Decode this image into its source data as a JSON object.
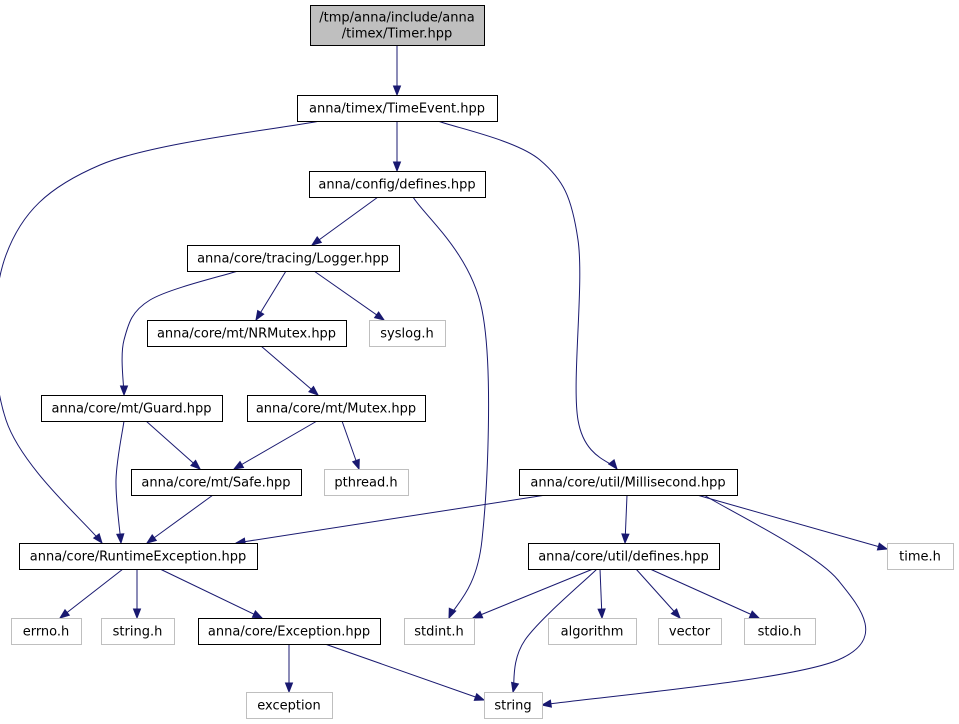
{
  "graph": {
    "nodes": [
      {
        "id": "timer",
        "lines": [
          "/tmp/anna/include/anna",
          "/timex/Timer.hpp"
        ],
        "kind": "root"
      },
      {
        "id": "timeevent",
        "lines": [
          "anna/timex/TimeEvent.hpp"
        ],
        "kind": "file"
      },
      {
        "id": "config_defines",
        "lines": [
          "anna/config/defines.hpp"
        ],
        "kind": "file"
      },
      {
        "id": "logger",
        "lines": [
          "anna/core/tracing/Logger.hpp"
        ],
        "kind": "file"
      },
      {
        "id": "nrmutex",
        "lines": [
          "anna/core/mt/NRMutex.hpp"
        ],
        "kind": "file"
      },
      {
        "id": "syslog",
        "lines": [
          "syslog.h"
        ],
        "kind": "system"
      },
      {
        "id": "guard",
        "lines": [
          "anna/core/mt/Guard.hpp"
        ],
        "kind": "file"
      },
      {
        "id": "mutex",
        "lines": [
          "anna/core/mt/Mutex.hpp"
        ],
        "kind": "file"
      },
      {
        "id": "safe",
        "lines": [
          "anna/core/mt/Safe.hpp"
        ],
        "kind": "file"
      },
      {
        "id": "pthread",
        "lines": [
          "pthread.h"
        ],
        "kind": "system"
      },
      {
        "id": "millisecond",
        "lines": [
          "anna/core/util/Millisecond.hpp"
        ],
        "kind": "file"
      },
      {
        "id": "runtimeexception",
        "lines": [
          "anna/core/RuntimeException.hpp"
        ],
        "kind": "file"
      },
      {
        "id": "util_defines",
        "lines": [
          "anna/core/util/defines.hpp"
        ],
        "kind": "file"
      },
      {
        "id": "time_h",
        "lines": [
          "time.h"
        ],
        "kind": "system"
      },
      {
        "id": "errno_h",
        "lines": [
          "errno.h"
        ],
        "kind": "system"
      },
      {
        "id": "string_h",
        "lines": [
          "string.h"
        ],
        "kind": "system"
      },
      {
        "id": "exception_hpp",
        "lines": [
          "anna/core/Exception.hpp"
        ],
        "kind": "file"
      },
      {
        "id": "stdint_h",
        "lines": [
          "stdint.h"
        ],
        "kind": "system"
      },
      {
        "id": "algorithm",
        "lines": [
          "algorithm"
        ],
        "kind": "system"
      },
      {
        "id": "vector",
        "lines": [
          "vector"
        ],
        "kind": "system"
      },
      {
        "id": "stdio_h",
        "lines": [
          "stdio.h"
        ],
        "kind": "system"
      },
      {
        "id": "exception",
        "lines": [
          "exception"
        ],
        "kind": "system"
      },
      {
        "id": "string",
        "lines": [
          "string"
        ],
        "kind": "system"
      }
    ],
    "edges": [
      {
        "from": "timer",
        "to": "timeevent"
      },
      {
        "from": "timeevent",
        "to": "config_defines"
      },
      {
        "from": "timeevent",
        "to": "millisecond"
      },
      {
        "from": "timeevent",
        "to": "runtimeexception"
      },
      {
        "from": "config_defines",
        "to": "logger"
      },
      {
        "from": "config_defines",
        "to": "stdint_h"
      },
      {
        "from": "logger",
        "to": "nrmutex"
      },
      {
        "from": "logger",
        "to": "syslog"
      },
      {
        "from": "logger",
        "to": "guard"
      },
      {
        "from": "nrmutex",
        "to": "mutex"
      },
      {
        "from": "guard",
        "to": "safe"
      },
      {
        "from": "guard",
        "to": "runtimeexception"
      },
      {
        "from": "mutex",
        "to": "safe"
      },
      {
        "from": "mutex",
        "to": "pthread"
      },
      {
        "from": "safe",
        "to": "runtimeexception"
      },
      {
        "from": "millisecond",
        "to": "runtimeexception"
      },
      {
        "from": "millisecond",
        "to": "util_defines"
      },
      {
        "from": "millisecond",
        "to": "time_h"
      },
      {
        "from": "millisecond",
        "to": "string"
      },
      {
        "from": "runtimeexception",
        "to": "errno_h"
      },
      {
        "from": "runtimeexception",
        "to": "string_h"
      },
      {
        "from": "runtimeexception",
        "to": "exception_hpp"
      },
      {
        "from": "util_defines",
        "to": "stdint_h"
      },
      {
        "from": "util_defines",
        "to": "algorithm"
      },
      {
        "from": "util_defines",
        "to": "vector"
      },
      {
        "from": "util_defines",
        "to": "stdio_h"
      },
      {
        "from": "util_defines",
        "to": "string"
      },
      {
        "from": "exception_hpp",
        "to": "exception"
      },
      {
        "from": "exception_hpp",
        "to": "string"
      }
    ],
    "colors": {
      "edge": "#191970",
      "root_fill": "#bfbfbf",
      "file_border": "#000000",
      "system_border": "#bfbfbf"
    }
  }
}
